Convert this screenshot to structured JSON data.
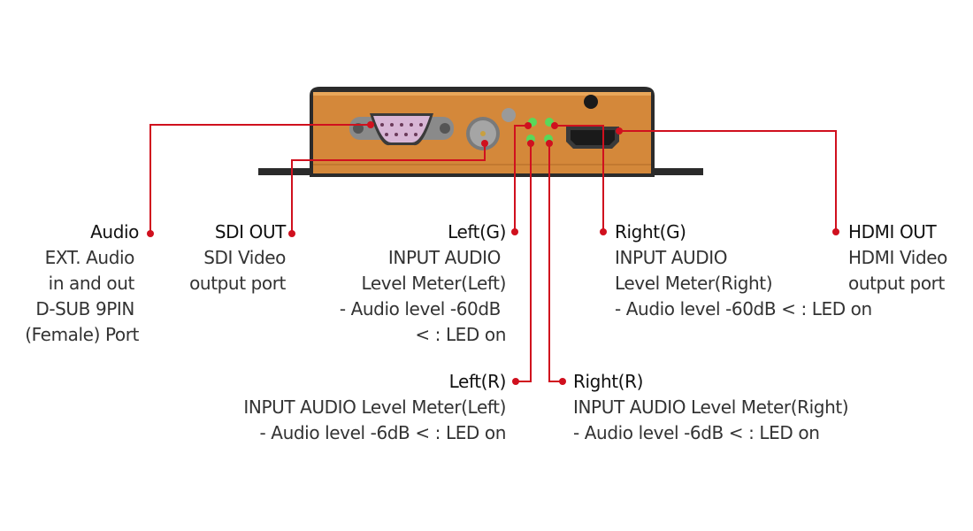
{
  "device": {
    "name": "converter-rear-panel",
    "colors": {
      "body": "#d4883a",
      "callout": "#d0101e",
      "led": "#5ad85a",
      "bracket": "#2a2a2a"
    }
  },
  "callouts": {
    "audio": {
      "title": "Audio",
      "lines": [
        "EXT. Audio",
        "in and out",
        "D-SUB 9PIN",
        "(Female) Port"
      ]
    },
    "sdi_out": {
      "title": "SDI OUT",
      "lines": [
        "SDI Video",
        "output port"
      ]
    },
    "left_g": {
      "title": "Left(G)",
      "lines": [
        "INPUT AUDIO",
        "Level Meter(Left)",
        "- Audio level -60dB",
        "< : LED on"
      ]
    },
    "right_g": {
      "title": "Right(G)",
      "lines": [
        "INPUT AUDIO",
        "Level Meter(Right)",
        "- Audio level -60dB < : LED on"
      ]
    },
    "hdmi_out": {
      "title": "HDMI OUT",
      "lines": [
        "HDMI Video",
        "output port"
      ]
    },
    "left_r": {
      "title": "Left(R)",
      "lines": [
        "INPUT AUDIO Level Meter(Left)",
        "- Audio level -6dB < : LED on"
      ]
    },
    "right_r": {
      "title": "Right(R)",
      "lines": [
        "INPUT AUDIO Level Meter(Right)",
        "- Audio level -6dB < : LED on"
      ]
    }
  }
}
